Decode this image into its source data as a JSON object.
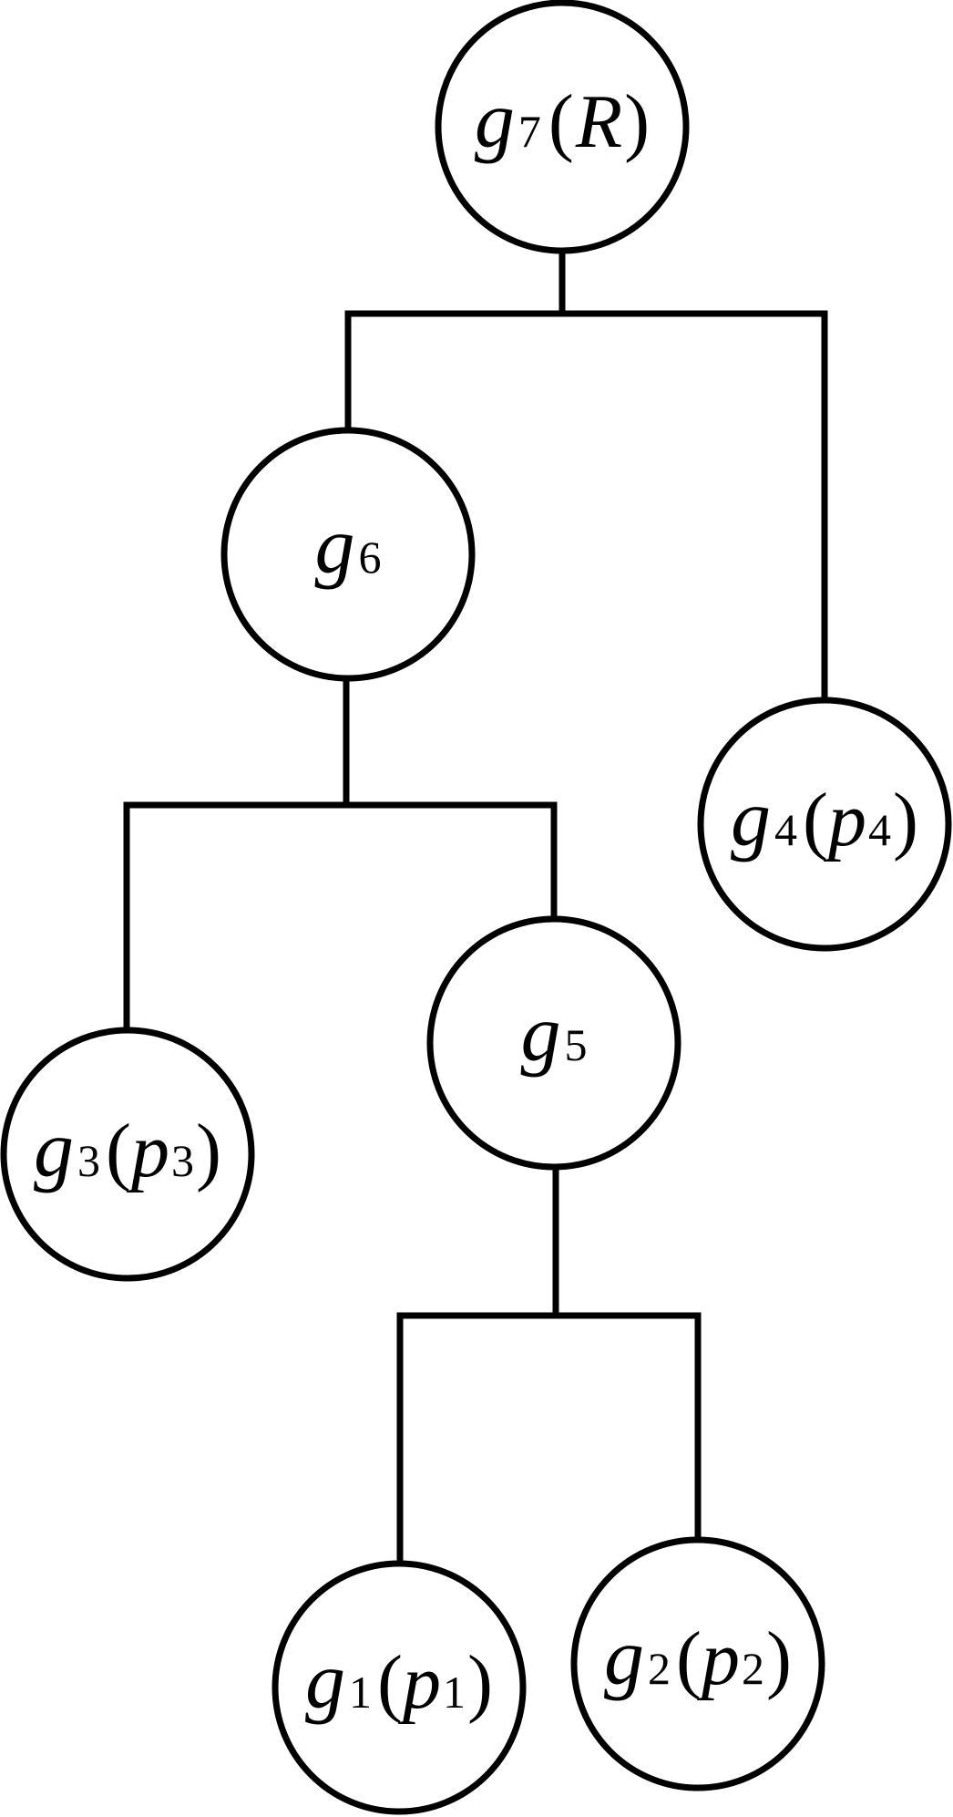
{
  "diagram": {
    "stroke_color": "#000000",
    "nodes": [
      {
        "id": "g7",
        "letter": "g",
        "subscript": "7",
        "open": "(",
        "arg": "R",
        "arg_subscript": "",
        "close": ")"
      },
      {
        "id": "g6",
        "letter": "g",
        "subscript": "6",
        "open": "",
        "arg": "",
        "arg_subscript": "",
        "close": ""
      },
      {
        "id": "g5",
        "letter": "g",
        "subscript": "5",
        "open": "",
        "arg": "",
        "arg_subscript": "",
        "close": ""
      },
      {
        "id": "g4",
        "letter": "g",
        "subscript": "4",
        "open": "(",
        "arg": "p",
        "arg_subscript": "4",
        "close": ")"
      },
      {
        "id": "g3",
        "letter": "g",
        "subscript": "3",
        "open": "(",
        "arg": "p",
        "arg_subscript": "3",
        "close": ")"
      },
      {
        "id": "g2",
        "letter": "g",
        "subscript": "2",
        "open": "(",
        "arg": "p",
        "arg_subscript": "2",
        "close": ")"
      },
      {
        "id": "g1",
        "letter": "g",
        "subscript": "1",
        "open": "(",
        "arg": "p",
        "arg_subscript": "1",
        "close": ")"
      }
    ],
    "edges": [
      {
        "parent": "g7",
        "children": [
          "g6",
          "g4"
        ]
      },
      {
        "parent": "g6",
        "children": [
          "g3",
          "g5"
        ]
      },
      {
        "parent": "g5",
        "children": [
          "g1",
          "g2"
        ]
      }
    ]
  }
}
